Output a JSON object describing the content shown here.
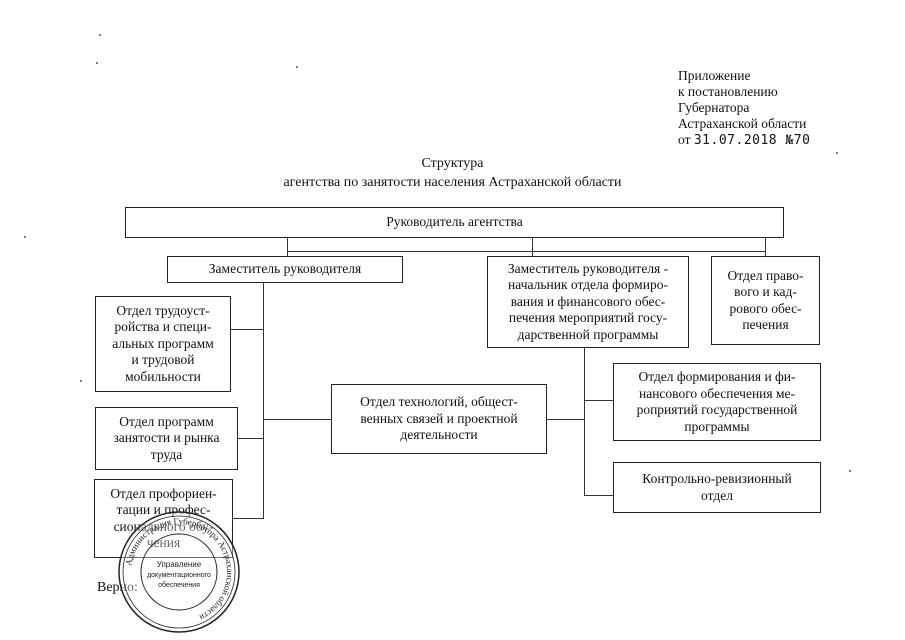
{
  "appendix": {
    "line1": "Приложение",
    "line2": "к постановлению",
    "line3": "Губернатора",
    "line4": "Астраханской области",
    "date_prefix": "от",
    "date_value": "31.07.2018 №70"
  },
  "title": {
    "line1": "Структура",
    "line2": "агентства по занятости населения Астраханской области"
  },
  "boxes": {
    "head": "Руководитель агентства",
    "deputy": "Заместитель руководителя",
    "deputy_finance": [
      "Заместитель руководителя -",
      "начальник отдела формиро-",
      "вания и  финансового обес-",
      "печения мероприятий госу-",
      "дарственной программы"
    ],
    "legal": [
      "Отдел право-",
      "вого и кад-",
      "рового обес-",
      "печения"
    ],
    "employment": [
      "Отдел трудоуст-",
      "ройства и специ-",
      "альных программ",
      "и трудовой",
      "мобильности"
    ],
    "programs": [
      "Отдел программ",
      "занятости и рынка",
      "труда"
    ],
    "career": [
      "Отдел профориен-",
      "тации и профес-",
      "сионального обу-",
      "чения"
    ],
    "technology": [
      "Отдел технологий, общест-",
      "венных связей и проектной",
      "деятельности"
    ],
    "forming": [
      "Отдел формирования и фи-",
      "нансового обеспечения ме-",
      "роприятий государственной",
      "программы"
    ],
    "audit": [
      "Контрольно-ревизионный",
      "отдел"
    ]
  },
  "footer": {
    "verno": "Верно:"
  },
  "seal": {
    "ring_text": "Администрация Губернатора Астраханской области",
    "center_line1": "Управление",
    "center_line2": "документационного",
    "center_line3": "обеспечения"
  }
}
